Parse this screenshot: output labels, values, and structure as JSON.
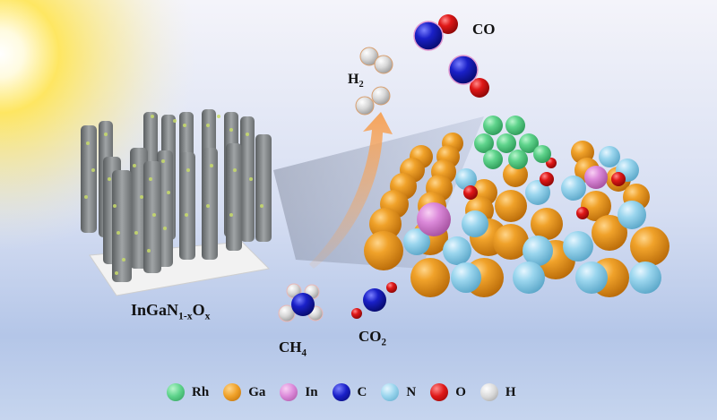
{
  "figure": {
    "background": {
      "top": "#f3f4fa",
      "bottom": "#c2d3ee",
      "sun_color": "#ffe24a"
    },
    "material_label": {
      "main": "InGaN",
      "n_sub": "1-x",
      "o": "O",
      "x_sub": "x"
    },
    "reactants": [
      {
        "id": "ch4",
        "formula": "CH",
        "sub": "4"
      },
      {
        "id": "co2",
        "formula": "CO",
        "sub": "2"
      }
    ],
    "products": [
      {
        "id": "h2",
        "formula": "H",
        "sub": "2"
      },
      {
        "id": "co",
        "formula": "CO",
        "sub": ""
      }
    ],
    "arrow_color": "#f5a45c",
    "legend": [
      {
        "symbol": "Rh",
        "color": "#5ccf86"
      },
      {
        "symbol": "Ga",
        "color": "#e8951c"
      },
      {
        "symbol": "In",
        "color": "#d98ad6"
      },
      {
        "symbol": "C",
        "color": "#1a20c8"
      },
      {
        "symbol": "N",
        "color": "#8ed0ea"
      },
      {
        "symbol": "O",
        "color": "#e01818"
      },
      {
        "symbol": "H",
        "color": "#d8d8d8"
      }
    ]
  }
}
